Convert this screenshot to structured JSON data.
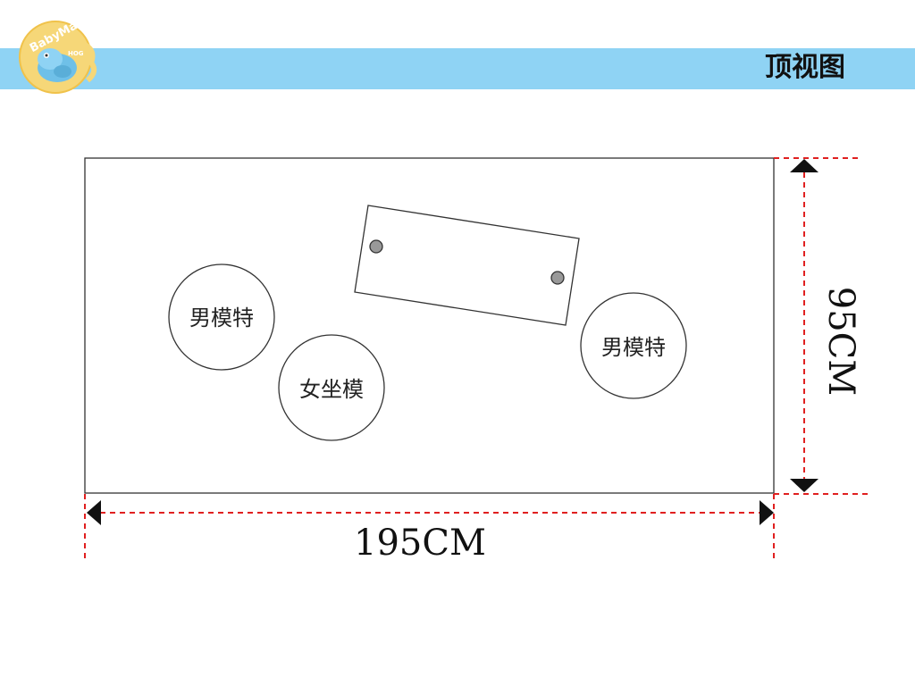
{
  "header": {
    "title": "顶视图",
    "band_color": "#8fd3f4"
  },
  "logo": {
    "text_main": "BabyMa",
    "text_sub": "HOG",
    "icon": "hippo-logo-icon"
  },
  "diagram": {
    "models": [
      {
        "label": "男模特"
      },
      {
        "label": "女坐模"
      },
      {
        "label": "男模特"
      }
    ],
    "width_label": "195CM",
    "height_label": "95CM",
    "dimension_color": "#e02020"
  }
}
